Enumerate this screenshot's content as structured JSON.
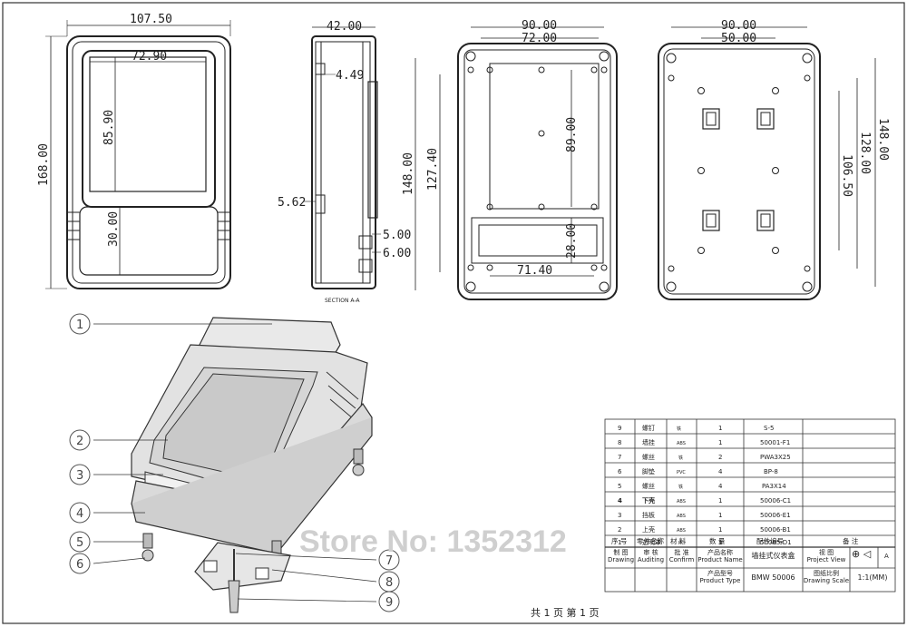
{
  "dimensions": {
    "front_width": "107.50",
    "front_window_width": "72.90",
    "front_height": "168.00",
    "front_window_height": "85.90",
    "front_lower_height": "30.00",
    "side_depth": "42.00",
    "side_d1": "4.49",
    "side_d2": "5.62",
    "side_d3": "5.00",
    "side_d4": "6.00",
    "section_label": "SECTION A-A",
    "back1_width_outer": "90.00",
    "back1_width_inner": "72.00",
    "back1_height_outer": "148.00",
    "back1_height_mid": "127.40",
    "back1_height_inner": "89.00",
    "back1_bottom_height": "28.00",
    "back1_bottom_width": "71.40",
    "back2_width_outer": "90.00",
    "back2_width_inner": "50.00",
    "back2_height_outer": "148.00",
    "back2_height_mid": "128.00",
    "back2_height_inner": "106.50"
  },
  "callouts": [
    "1",
    "2",
    "3",
    "4",
    "5",
    "6",
    "7",
    "8",
    "9"
  ],
  "watermark": "Store No: 1352312",
  "parts_table": {
    "rows": [
      {
        "no": "9",
        "name": "螺钉",
        "material": "铁",
        "qty": "1",
        "code": "S-5"
      },
      {
        "no": "8",
        "name": "墙挂",
        "material": "ABS",
        "qty": "1",
        "code": "50001-F1"
      },
      {
        "no": "7",
        "name": "螺丝",
        "material": "铁",
        "qty": "2",
        "code": "PWA3X25"
      },
      {
        "no": "6",
        "name": "脚垫",
        "material": "PVC",
        "qty": "4",
        "code": "BP-8"
      },
      {
        "no": "5",
        "name": "螺丝",
        "material": "铁",
        "qty": "4",
        "code": "PA3X14"
      },
      {
        "no": "4",
        "name": "下壳",
        "material": "ABS",
        "qty": "1",
        "code": "50006-C1"
      },
      {
        "no": "3",
        "name": "挡板",
        "material": "ABS",
        "qty": "1",
        "code": "50006-E1"
      },
      {
        "no": "2",
        "name": "上壳",
        "material": "ABS",
        "qty": "1",
        "code": "50006-B1"
      },
      {
        "no": "1",
        "name": "透明罩",
        "material": "PC",
        "qty": "1",
        "code": "50005-D1"
      }
    ],
    "header": {
      "no": "序 号",
      "name": "零件名称",
      "material": "材 料",
      "qty": "数 量",
      "code": "配件编号",
      "note": "备 注"
    },
    "title_block": {
      "drawing_cn": "制 图",
      "drawing_en": "Drawing",
      "auditing_cn": "审 核",
      "auditing_en": "Auditing",
      "confirm_cn": "批 准",
      "confirm_en": "Confirm",
      "pname_cn": "产品名称",
      "pname_en": "Product Name",
      "pname_value": "墙挂式仪表盒",
      "view_cn": "视 图",
      "view_en": "Project View",
      "view_mark": "A",
      "ptype_cn": "产品型号",
      "ptype_en": "Product Type",
      "ptype_value": "BMW 50006",
      "scale_cn": "图纸比例",
      "scale_en": "Drawing Scale",
      "scale_value": "1:1(MM)"
    }
  },
  "footer": "共 1 页   第 1 页"
}
